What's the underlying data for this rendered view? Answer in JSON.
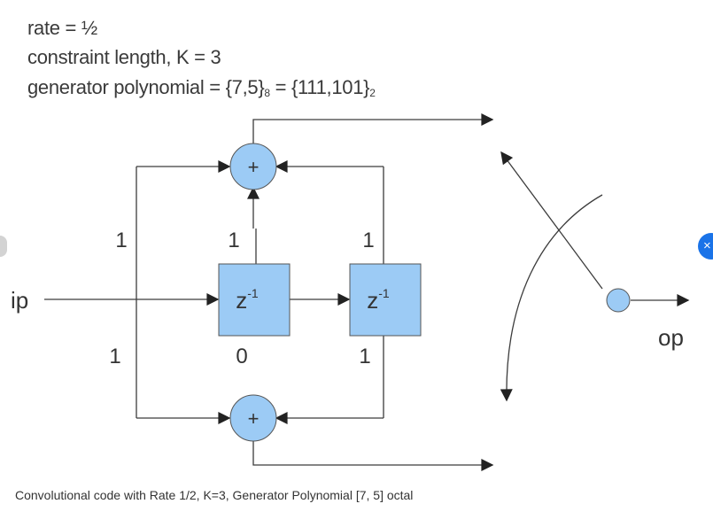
{
  "header": {
    "rate": "rate = ½",
    "constraint": "constraint length, K = 3",
    "generator_prefix": "generator polynomial = {7,5}",
    "generator_base8": "8",
    "generator_mid": " = {111,101}",
    "generator_base2": "2"
  },
  "diagram": {
    "input_label": "ip",
    "output_label": "op",
    "adder_symbol": "+",
    "delay_label": "z",
    "delay_exponent": "-1",
    "top_tap_left": "1",
    "top_tap_middle": "1",
    "top_tap_right": "1",
    "bottom_tap_left": "1",
    "bottom_tap_middle": "0",
    "bottom_tap_right": "1",
    "colors": {
      "fill": "#9ccbf5",
      "stroke": "#3c3c3c",
      "text": "#333333"
    }
  },
  "caption": "Convolutional code with Rate 1/2, K=3, Generator Polynomial [7, 5] octal",
  "nav": {
    "next_symbol": "×"
  }
}
